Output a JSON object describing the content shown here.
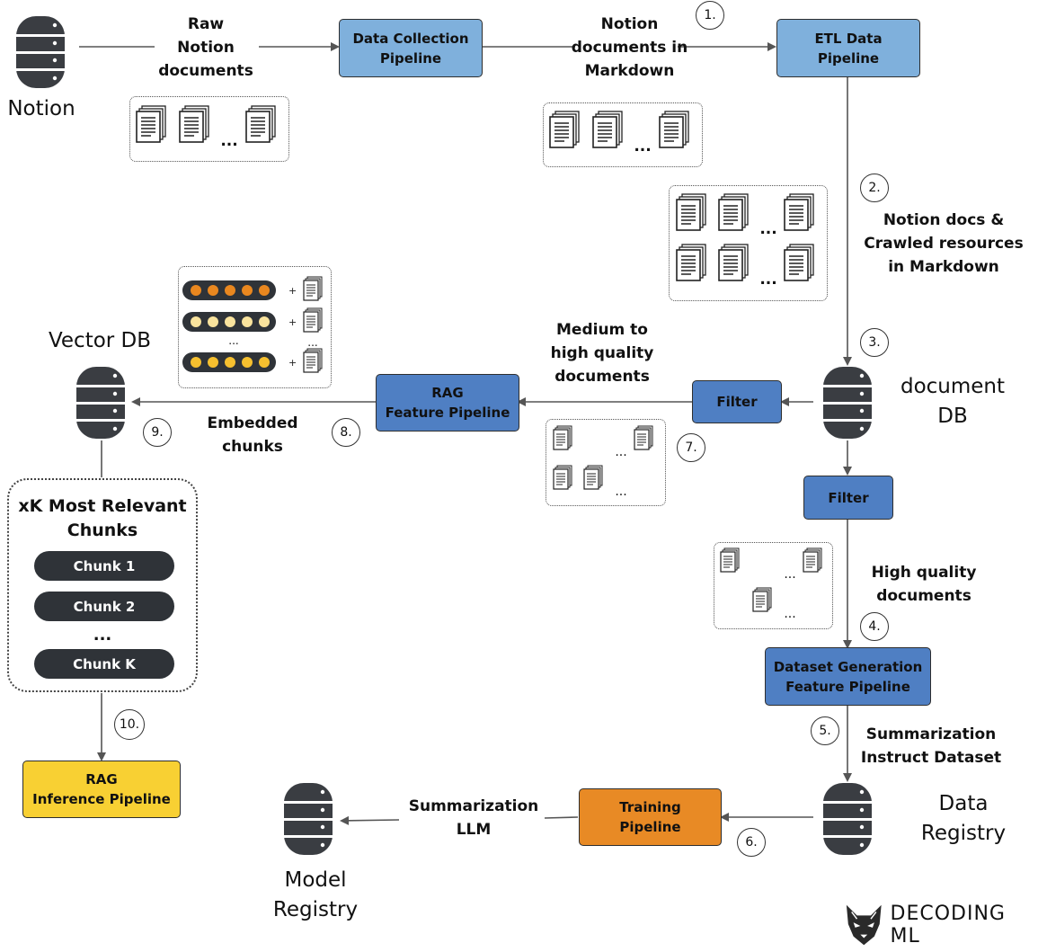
{
  "databases": {
    "notion": "Notion",
    "vector_db": "Vector DB",
    "document_db": "document\nDB",
    "data_registry": "Data\nRegistry",
    "model_registry": "Model\nRegistry"
  },
  "pipelines": {
    "data_collection": "Data Collection\nPipeline",
    "etl": "ETL Data\nPipeline",
    "rag_feature": "RAG\nFeature Pipeline",
    "filter_medium": "Filter",
    "filter_high": "Filter",
    "dataset_generation": "Dataset Generation\nFeature Pipeline",
    "training": "Training\nPipeline",
    "rag_inference": "RAG\nInference Pipeline"
  },
  "edge_labels": {
    "raw_notion": "Raw\nNotion\ndocuments",
    "notion_markdown": "Notion\ndocuments in\nMarkdown",
    "crawled": "Notion docs &\nCrawled resources\nin Markdown",
    "medium_high": "Medium to\nhigh quality\ndocuments",
    "embedded": "Embedded\nchunks",
    "high_quality": "High quality\ndocuments",
    "summarization_dataset": "Summarization\nInstruct Dataset",
    "summarization_llm": "Summarization\nLLM"
  },
  "steps": [
    "1.",
    "2.",
    "3.",
    "4.",
    "5.",
    "6.",
    "7.",
    "8.",
    "9.",
    "10."
  ],
  "chunks_panel": {
    "title": "xK Most Relevant\nChunks",
    "items": [
      "Chunk 1",
      "Chunk 2",
      "Chunk K"
    ],
    "ellipsis": "..."
  },
  "ellipsis": "...",
  "brand": "DECODING ML",
  "colors": {
    "light_blue": "#7fb0dc",
    "mid_blue": "#4f7fc3",
    "orange": "#e88a25",
    "yellow": "#f8d033",
    "chunk_dark": "#2f3338",
    "database": "#3a3d42"
  }
}
